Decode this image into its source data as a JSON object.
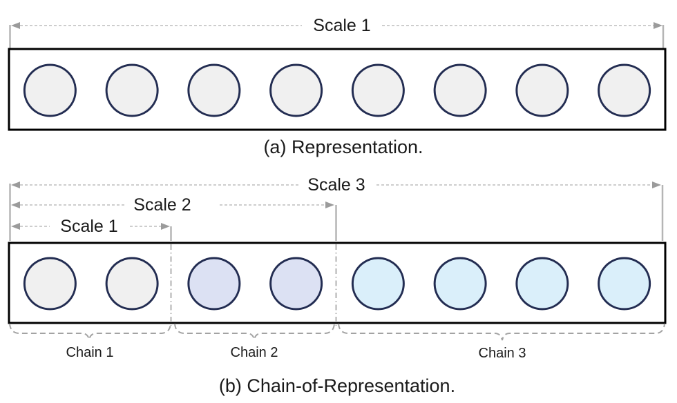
{
  "figure": {
    "panel_a": {
      "scale_label": "Scale 1",
      "caption": "(a) Representation.",
      "circles": {
        "count": 8,
        "fill": "#f0f0f0"
      }
    },
    "panel_b": {
      "scales": [
        {
          "label": "Scale 1"
        },
        {
          "label": "Scale 2"
        },
        {
          "label": "Scale 3"
        }
      ],
      "chains": [
        {
          "label": "Chain 1",
          "circle_count": 2,
          "fill": "#f0f0f0"
        },
        {
          "label": "Chain 2",
          "circle_count": 2,
          "fill": "#dce1f3"
        },
        {
          "label": "Chain 3",
          "circle_count": 4,
          "fill": "#daeffa"
        }
      ],
      "caption": "(b) Chain-of-Representation."
    },
    "colors": {
      "circle_border": "#232d52",
      "box_border": "#000000",
      "dashed_annotation": "#c6c6c6",
      "solid_annotation": "#b5b5b5",
      "arrowhead": "#9b9b9b",
      "text": "#1a1a1a"
    }
  }
}
